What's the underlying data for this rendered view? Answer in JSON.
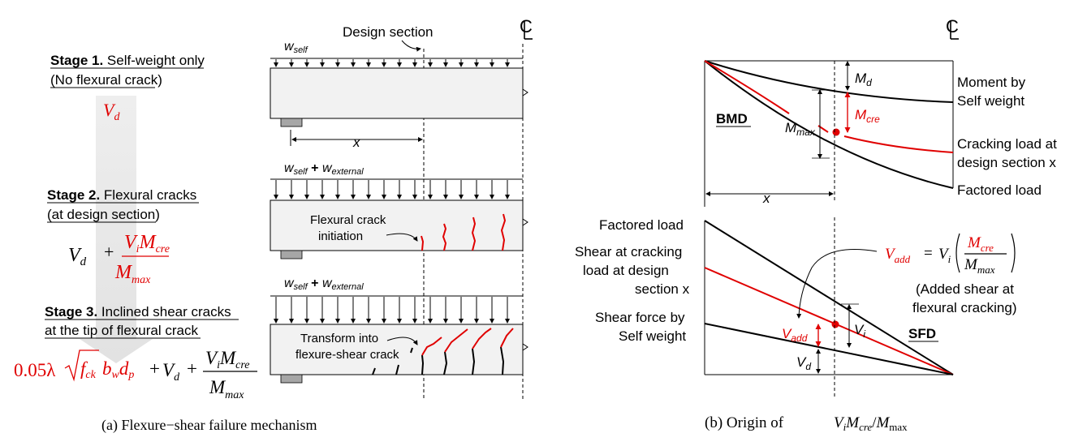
{
  "panel_a": {
    "caption": "(a) Flexure−shear failure mechanism",
    "design_section": "Design section",
    "x": "x",
    "w": "w",
    "self": "self",
    "external": "external",
    "plus": "+",
    "stage1": {
      "title": "Stage 1.",
      "rest": " Self-weight only",
      "line2": "(No flexural crack)",
      "vd_V": "V",
      "vd_sub": "d"
    },
    "stage2": {
      "title": "Stage 2.",
      "rest": " Flexural cracks ",
      "line2": "(at design section)",
      "flexural_crack": "Flexural crack",
      "initiation": "initiation"
    },
    "stage3": {
      "title": "Stage 3.",
      "rest": " Inclined shear cracks",
      "line2": "at the tip of flexural crack",
      "transform": "Transform into",
      "flexure_shear": "flexure-shear crack"
    },
    "formula": {
      "plus": "+",
      "V": "V",
      "d": "d",
      "i": "i",
      "M": "M",
      "cre": "cre",
      "max": "max",
      "coef": "0.05λ",
      "f": "f",
      "ck": "ck",
      "b": "b",
      "w": "w",
      "dp_d": "d",
      "p": "p"
    }
  },
  "panel_b": {
    "caption_prefix": "(b) Origin of",
    "caption_V": "V",
    "caption_i": "i",
    "caption_M": "M",
    "caption_cre": "cre",
    "caption_slash": "/",
    "caption_max": "max",
    "bmd": "BMD",
    "sfd": "SFD",
    "x": "x",
    "M": "M",
    "d": "d",
    "cre": "cre",
    "max": "max",
    "V": "V",
    "i": "i",
    "add": "add",
    "moment_self": [
      "Moment by",
      "Self weight"
    ],
    "cracking_load": [
      "Cracking load at",
      "design section x"
    ],
    "factored_load": "Factored load",
    "shear_cracking": [
      "Shear at cracking",
      "load at design",
      "section x"
    ],
    "shear_self": [
      "Shear force by",
      "Self weight"
    ],
    "added_shear": [
      "(Added shear at",
      "flexural cracking)"
    ],
    "vadd_eq": "=",
    "vadd_V": "V",
    "vadd_i": "i"
  },
  "colors": {
    "red": "#e00000",
    "black": "#000000",
    "beam_fill": "#f2f2f2",
    "arrow_grey": "#e6e6e6"
  }
}
